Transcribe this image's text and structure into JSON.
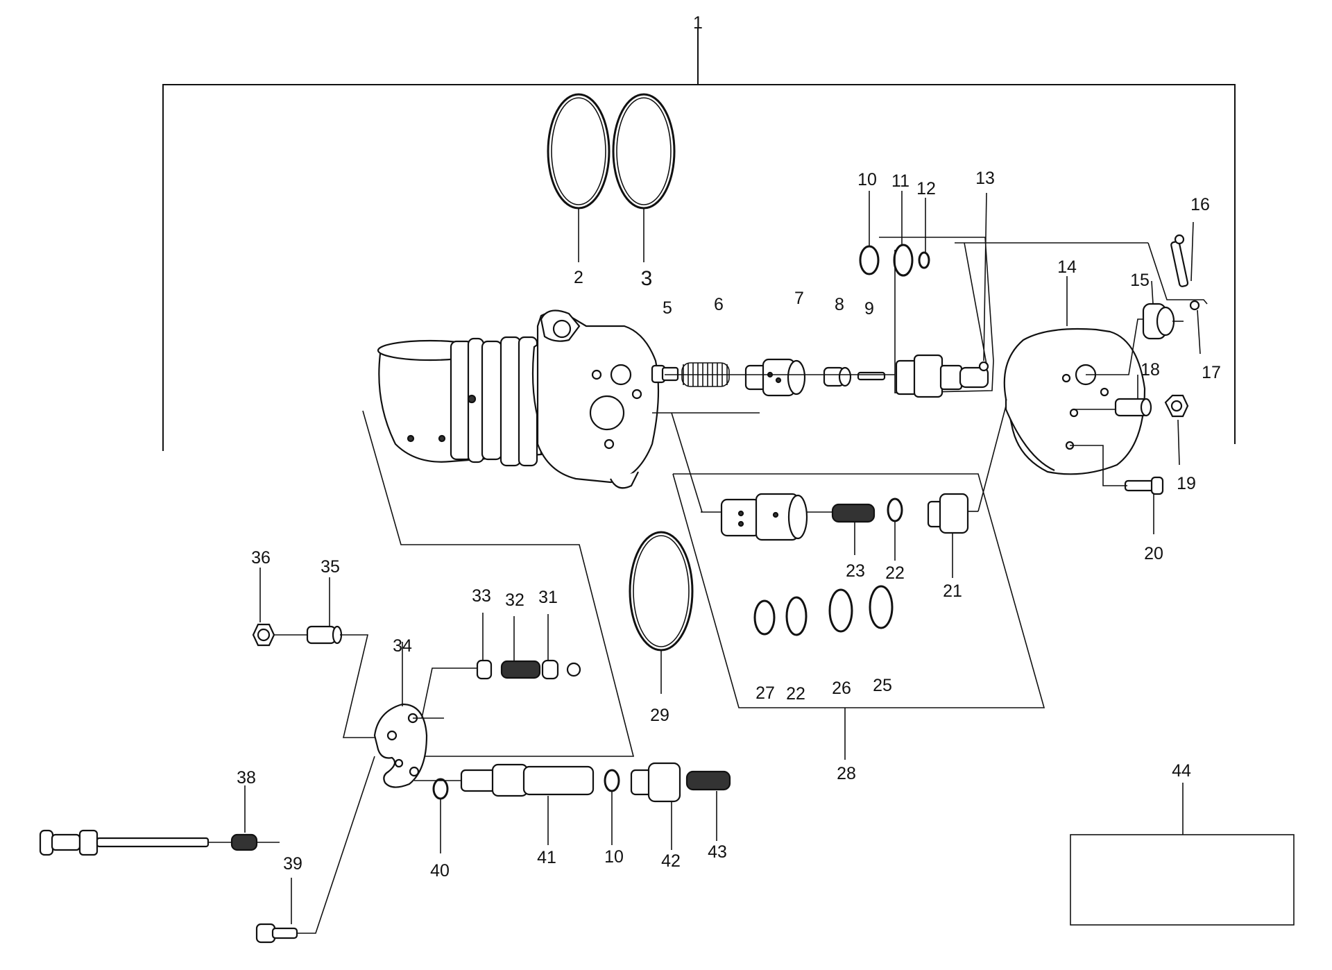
{
  "callouts": {
    "c1": "1",
    "c2": "2",
    "c3": "3",
    "c5": "5",
    "c6": "6",
    "c7": "7",
    "c8": "8",
    "c9": "9",
    "c10a": "10",
    "c11": "11",
    "c12": "12",
    "c13": "13",
    "c14": "14",
    "c15": "15",
    "c16": "16",
    "c17": "17",
    "c18": "18",
    "c19": "19",
    "c20": "20",
    "c21": "21",
    "c22a": "22",
    "c22b": "22",
    "c23": "23",
    "c25": "25",
    "c26": "26",
    "c27": "27",
    "c28": "28",
    "c29": "29",
    "c31": "31",
    "c32": "32",
    "c33": "33",
    "c34": "34",
    "c35": "35",
    "c36": "36",
    "c38": "38",
    "c39": "39",
    "c40": "40",
    "c41": "41",
    "c10b": "10",
    "c42": "42",
    "c43": "43",
    "c44": "44"
  },
  "colors": {
    "line": "#111111",
    "background": "#ffffff"
  }
}
